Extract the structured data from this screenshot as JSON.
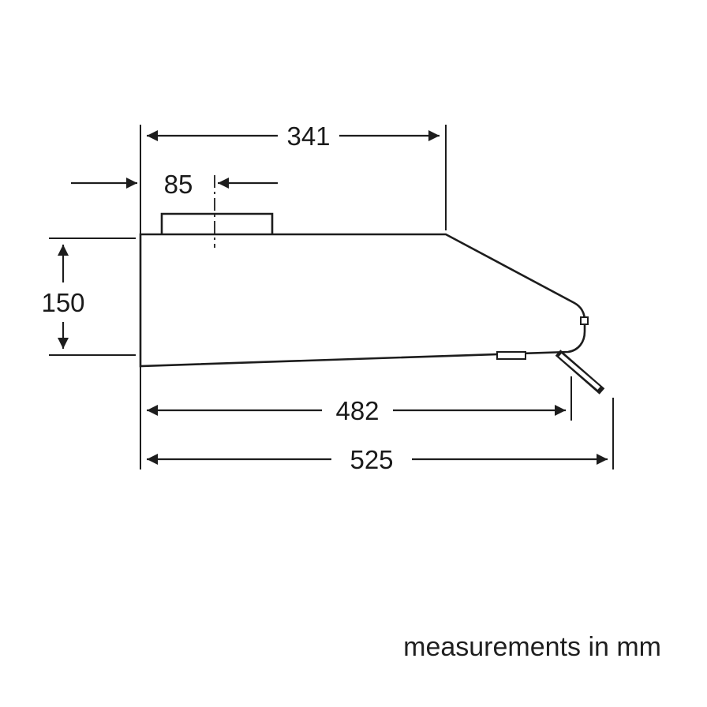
{
  "caption": "measurements in mm",
  "dimensions": {
    "top_width": "341",
    "duct_offset": "85",
    "height": "150",
    "body_depth": "482",
    "overall_depth": "525"
  },
  "colors": {
    "line": "#1d1d1d",
    "background": "#ffffff"
  }
}
